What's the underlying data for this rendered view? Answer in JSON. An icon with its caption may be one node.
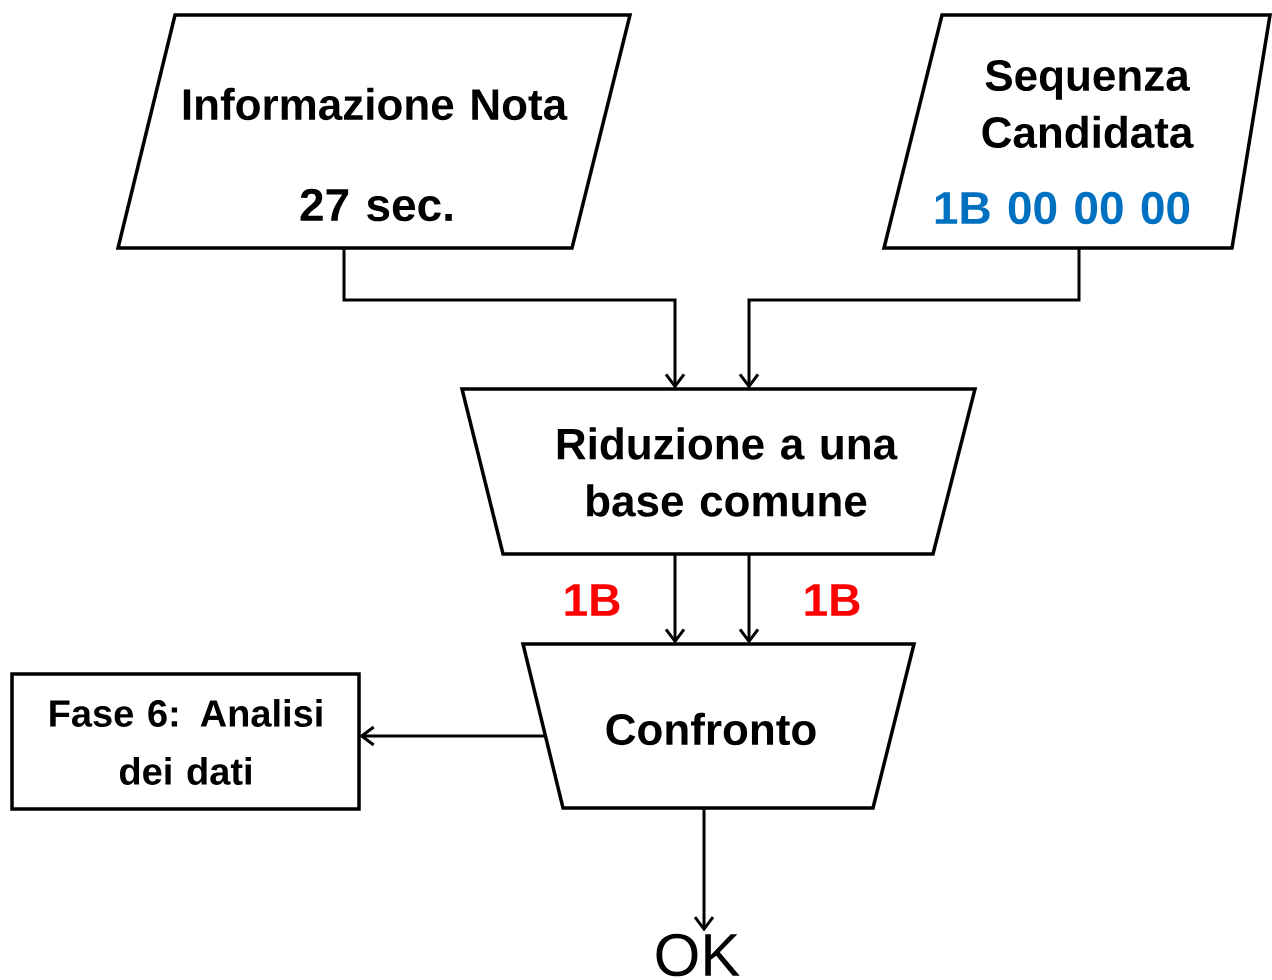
{
  "diagram": {
    "nodes": [
      {
        "text": [
          "Informazione Nota",
          "27 sec."
        ]
      },
      {
        "text": [
          "Sequenza Candidata",
          "1B 00 00 00"
        ]
      },
      {
        "text": [
          "Riduzione a una base comune"
        ]
      },
      {
        "text": [
          "Confronto"
        ]
      },
      {
        "text": [
          "Fase 6: Analisi dei dati"
        ]
      },
      {
        "text": [
          "OK"
        ]
      }
    ],
    "edges": [
      {
        "from": 0,
        "to": 2,
        "arrow": "to"
      },
      {
        "from": 1,
        "to": 2,
        "arrow": "to"
      },
      {
        "from": 2,
        "to": 3,
        "arrow": "to",
        "label": "1B"
      },
      {
        "from": 2,
        "to": 3,
        "arrow": "to",
        "label": "1B"
      },
      {
        "from": 3,
        "to": 4,
        "arrow": "to"
      },
      {
        "from": 3,
        "to": 5,
        "arrow": "to"
      }
    ]
  }
}
